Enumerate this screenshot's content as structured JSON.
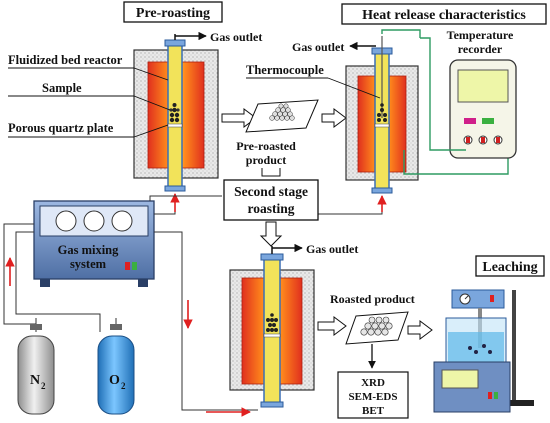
{
  "titles": {
    "pre_roasting": "Pre-roasting",
    "heat_release": "Heat release characteristics",
    "second_stage_line1": "Second stage",
    "second_stage_line2": "roasting",
    "leaching": "Leaching"
  },
  "labels": {
    "fluidized_bed_reactor": "Fluidized bed reactor",
    "sample": "Sample",
    "porous_quartz_plate": "Porous quartz plate",
    "gas_outlet_1": "Gas outlet",
    "gas_outlet_2": "Gas outlet",
    "gas_outlet_3": "Gas outlet",
    "thermocouple": "Thermocouple",
    "temperature_recorder_line1": "Temperature",
    "temperature_recorder_line2": "recorder",
    "pre_roasted_line1": "Pre-roasted",
    "pre_roasted_line2": "product",
    "gas_mixing_line1": "Gas mixing",
    "gas_mixing_line2": "system",
    "roasted_product": "Roasted product",
    "n2_main": "N",
    "n2_sub": "2",
    "o2_main": "O",
    "o2_sub": "2",
    "analysis_xrd": "XRD",
    "analysis_sem": "SEM-EDS",
    "analysis_bet": "BET"
  },
  "colors": {
    "furnace_hot": "#ffe14a",
    "furnace_warm": "#ff8a1c",
    "furnace_edge": "#e0301e",
    "tube_fill": "#f2e35a",
    "flow_arrow": "#e02020",
    "thermo_wire": "#2e9b62",
    "o2_cylinder": "#3aa0e8",
    "n2_cylinder": "#c8c8c8",
    "mixer_body": "#6f8fc2",
    "recorder_body": "#f5f5e8",
    "display_green": "#eef6a8"
  },
  "icons": {
    "pre_roasted_tray": "powder-tray-icon",
    "roasted_tray": "pellet-tray-icon",
    "recorder": "temperature-recorder-icon",
    "leaching": "stirred-beaker-icon"
  }
}
